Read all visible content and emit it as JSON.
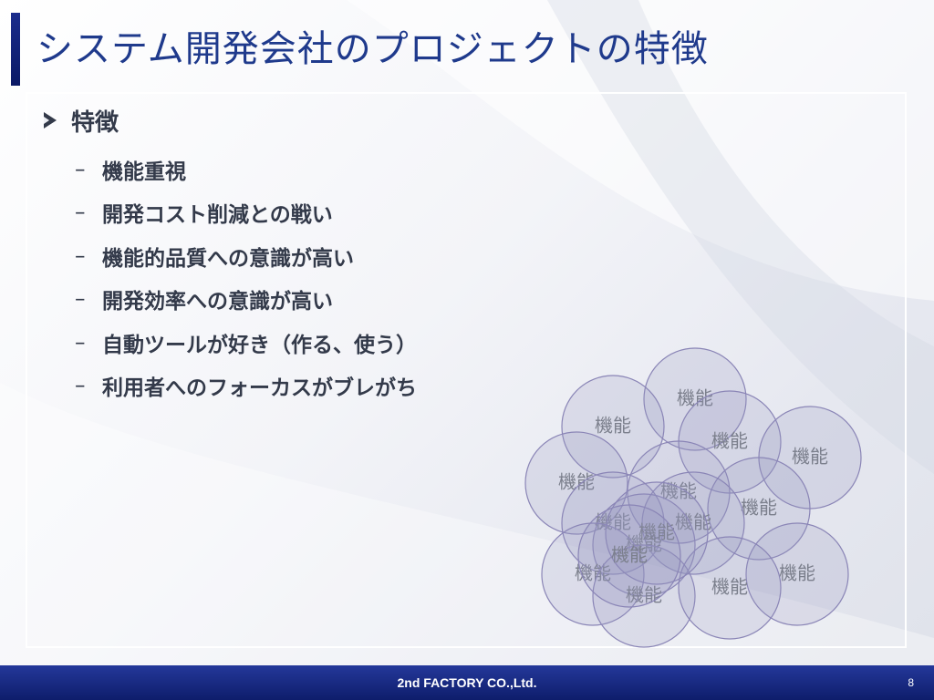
{
  "slide": {
    "title": "システム開発会社のプロジェクトの特徴",
    "heading": "特徴",
    "bullets": [
      "機能重視",
      "開発コスト削減との戦い",
      "機能的品質への意識が高い",
      "開発効率への意識が高い",
      "自動ツールが好き（作る、使う）",
      "利用者へのフォーカスがブレがち"
    ],
    "bullet_marker": "–"
  },
  "diagram": {
    "label": "機能",
    "circle_count": 16
  },
  "footer": {
    "company": "2nd FACTORY CO.,Ltd.",
    "page_number": "8"
  },
  "colors": {
    "title": "#1f3a8c",
    "footer": "#0e1d6b",
    "circle_stroke": "#8a85b6"
  }
}
